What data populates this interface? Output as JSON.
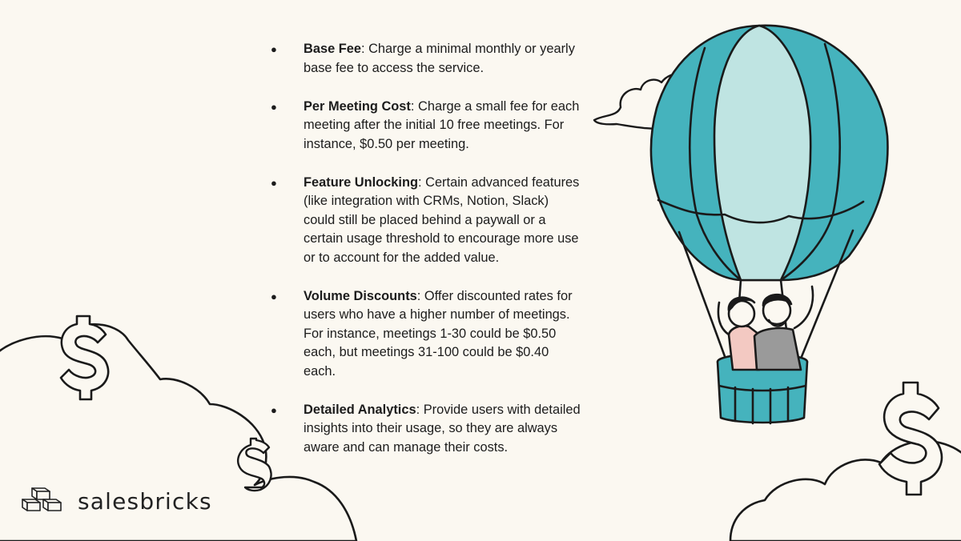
{
  "bullets": [
    {
      "title": "Base Fee",
      "text": ": Charge a minimal monthly or yearly base fee to access the service."
    },
    {
      "title": "Per Meeting Cost",
      "text": ": Charge a small fee for each meeting after the initial 10 free meetings. For instance, $0.50 per meeting."
    },
    {
      "title": "Feature Unlocking",
      "text": ": Certain advanced features (like integration with CRMs, Notion, Slack) could still be placed behind a paywall or a certain usage threshold to encourage more use or to account for the added value."
    },
    {
      "title": "Volume Discounts",
      "text": ": Offer discounted rates for users who have a higher number of meetings. For instance, meetings 1-30 could be $0.50 each, but meetings 31-100 could be $0.40 each."
    },
    {
      "title": "Detailed Analytics",
      "text": ": Provide users with detailed insights into their usage, so they are always aware and can manage their costs."
    }
  ],
  "bullet_symbol": "●",
  "logo": {
    "text": "salesbricks",
    "icon": "bricks-logo-icon"
  },
  "illustration": {
    "balloon_icon": "hot-air-balloon-icon",
    "cloud_icon": "cloud-icon",
    "dollar_icon": "dollar-sign-icon"
  },
  "colors": {
    "background": "#fbf8f1",
    "balloon_teal": "#45b3bd",
    "balloon_light": "#bfe4e2",
    "outline": "#1a1a1a",
    "shirt_pink": "#f3c9c2",
    "shirt_gray": "#9a9a9a"
  }
}
